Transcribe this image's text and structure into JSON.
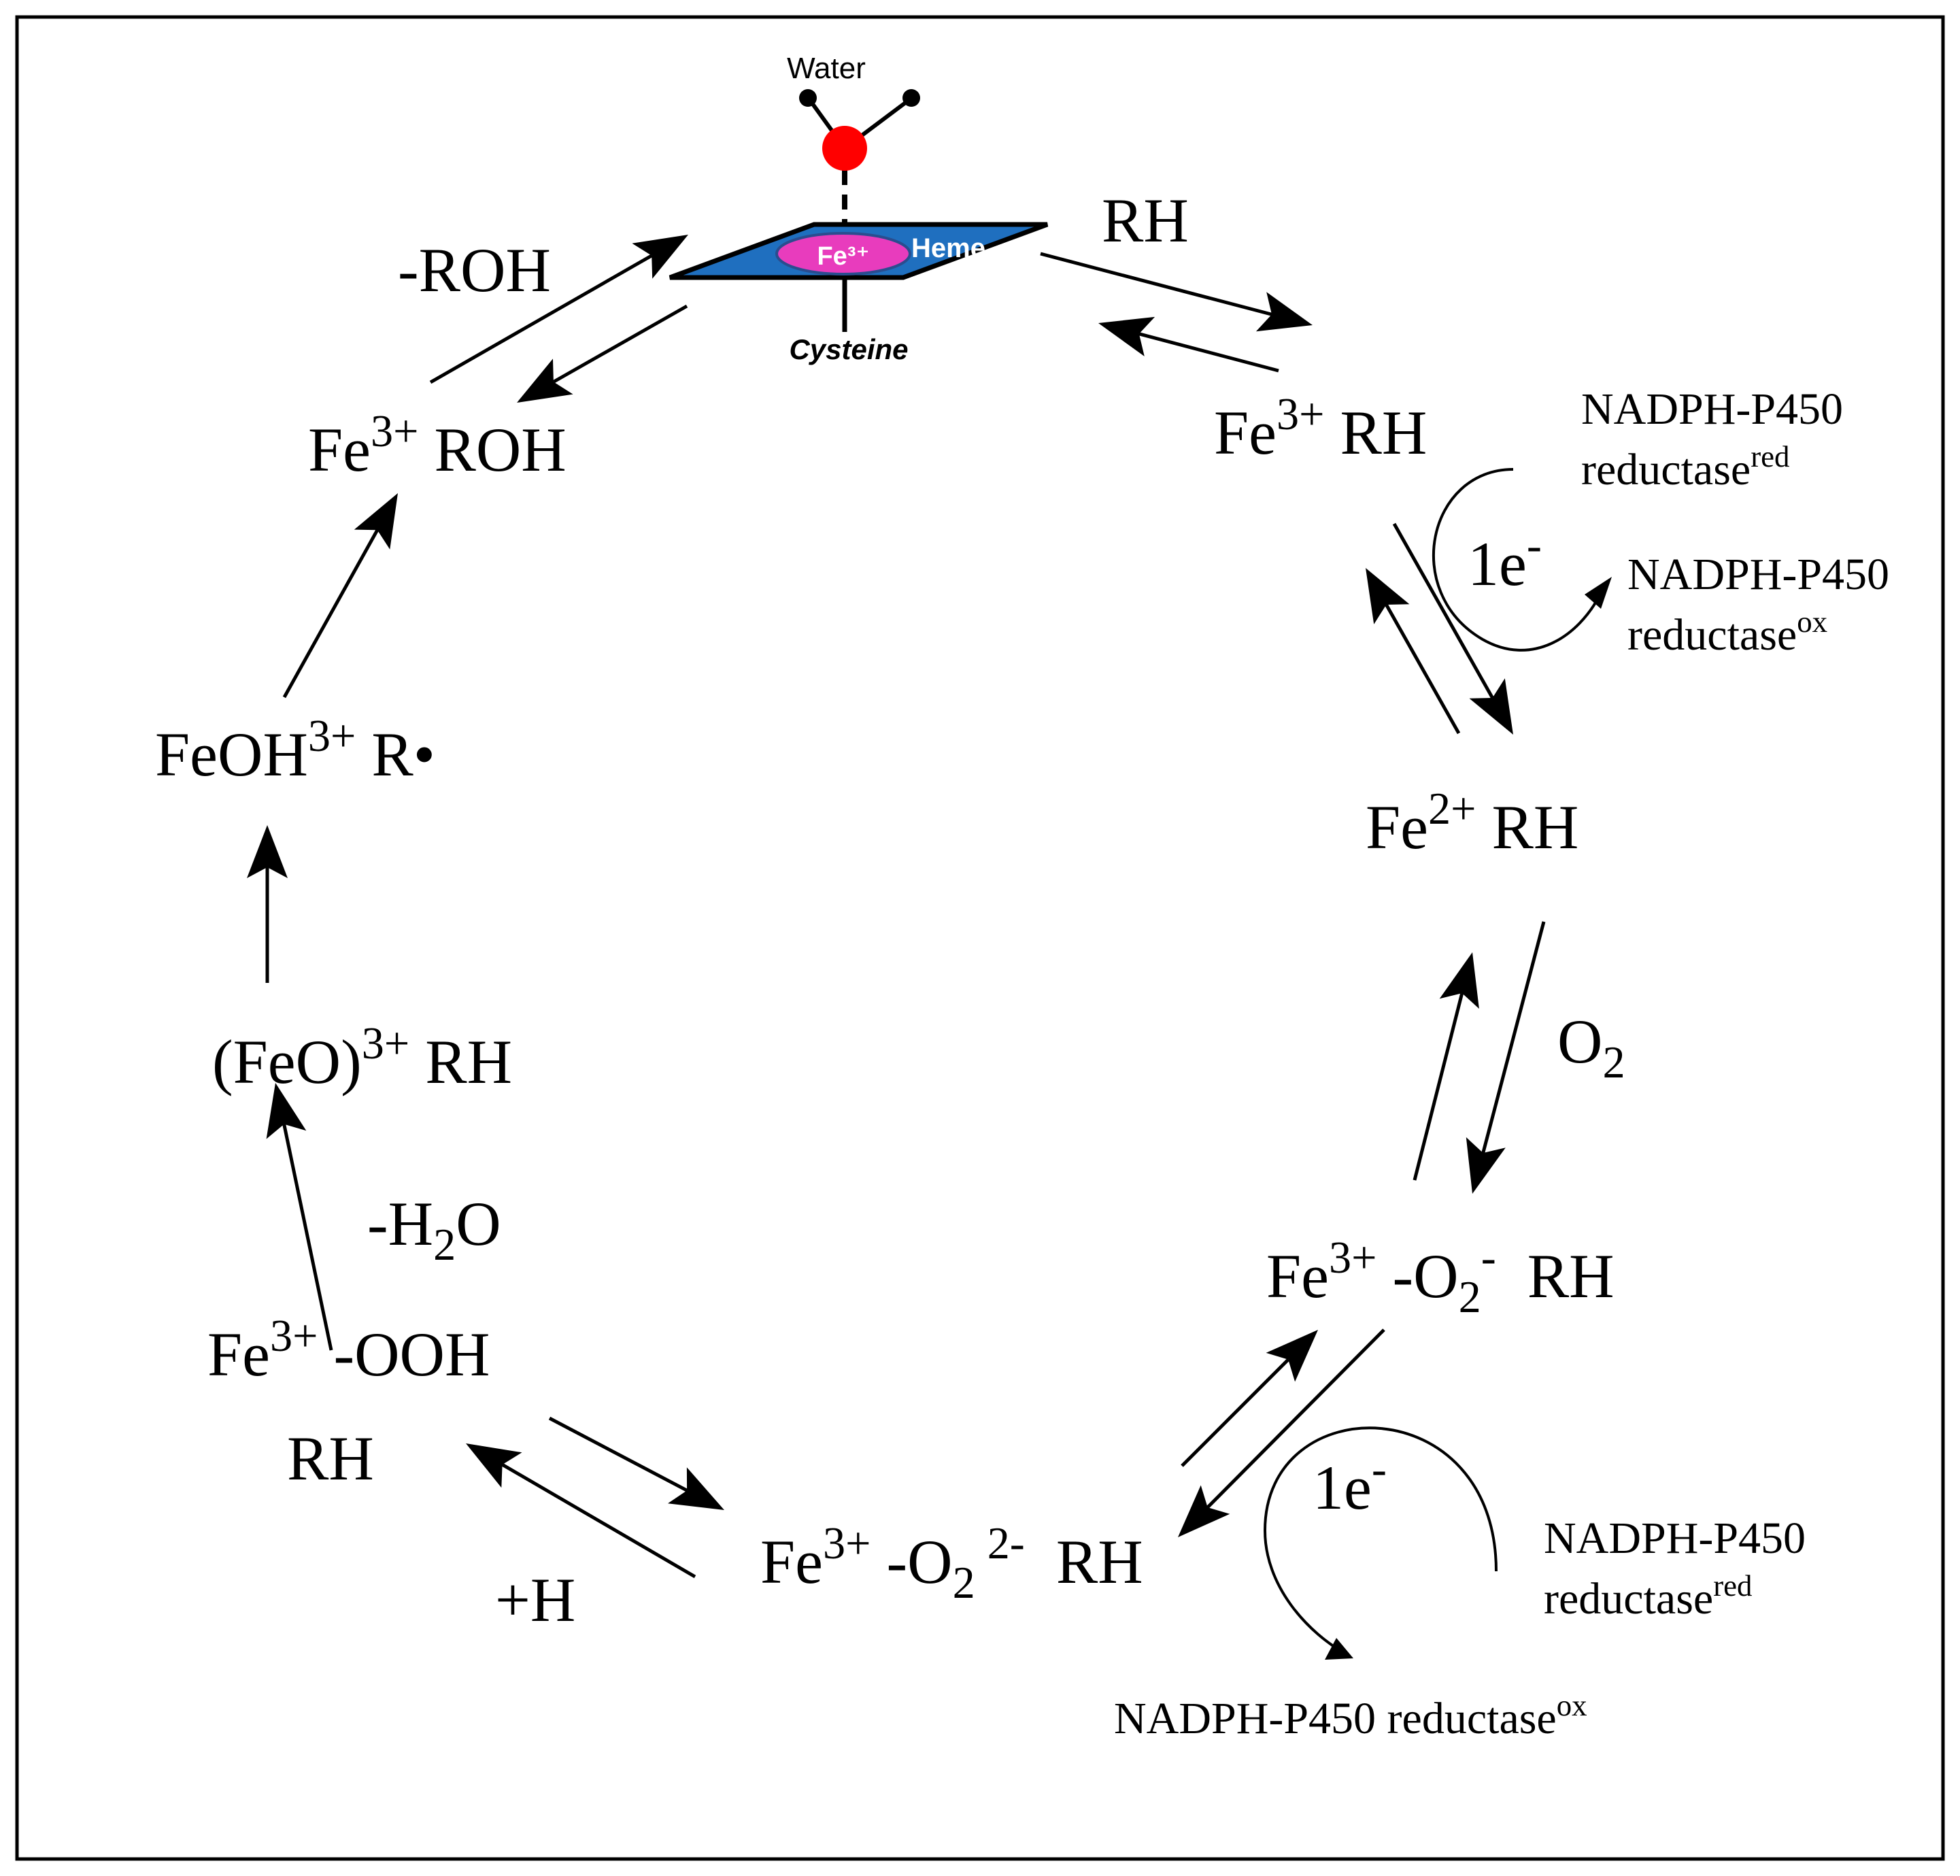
{
  "heme": {
    "water_label": "Water",
    "iron_label": "Fe³⁺",
    "heme_label": "Heme",
    "axial_ligand_label": "Cysteine",
    "colors": {
      "plane": "#1f6fbf",
      "iron": "#e83cbd",
      "water_oxygen": "#ff0000"
    }
  },
  "cycle_species": {
    "fe3_rh": {
      "base": "Fe",
      "charge": "3+",
      "rest": " RH"
    },
    "fe2_rh": {
      "base": "Fe",
      "charge": "2+",
      "rest": " RH"
    },
    "fe3_o2_rh": {
      "base": "Fe",
      "charge": "3+",
      "mid": " -O",
      "sub": "2",
      "charge2": "-",
      "rest": "  RH"
    },
    "fe3_o2_2_rh": {
      "base": "Fe",
      "charge": "3+",
      "mid": " -O",
      "sub": "2",
      "charge2": "2-",
      "rest": "  RH"
    },
    "fe3_ooh": {
      "base": "Fe",
      "charge": "3+",
      "rest": " -OOH"
    },
    "fe3_ooh_rh": "RH",
    "feo_rh": {
      "base": "(FeO)",
      "charge": "3+",
      "rest": " RH"
    },
    "feoh_r": {
      "base": "FeOH",
      "charge": "3+",
      "rest": " R•"
    },
    "fe3_roh": {
      "base": "Fe",
      "charge": "3+",
      "rest": " ROH"
    }
  },
  "step_labels": {
    "rh_in": "RH",
    "roh_out": "-ROH",
    "o2": {
      "base": "O",
      "sub": "2"
    },
    "h_plus": "+H",
    "minus_h2o": {
      "pre": "-H",
      "sub": "2",
      "post": "O"
    },
    "electron_1": {
      "base": "1e",
      "sup": "-"
    },
    "electron_2": {
      "base": "1e",
      "sup": "-"
    }
  },
  "reductase": {
    "red_1": {
      "line1": "NADPH-P450",
      "line2": "reductase",
      "sup": "red"
    },
    "ox_1": {
      "line1": "NADPH-P450",
      "line2": "reductase",
      "sup": "ox"
    },
    "red_2": {
      "line1": "NADPH-P450",
      "line2": "reductase",
      "sup": "red"
    },
    "ox_2": {
      "text": "NADPH-P450 reductase",
      "sup": "ox"
    }
  }
}
